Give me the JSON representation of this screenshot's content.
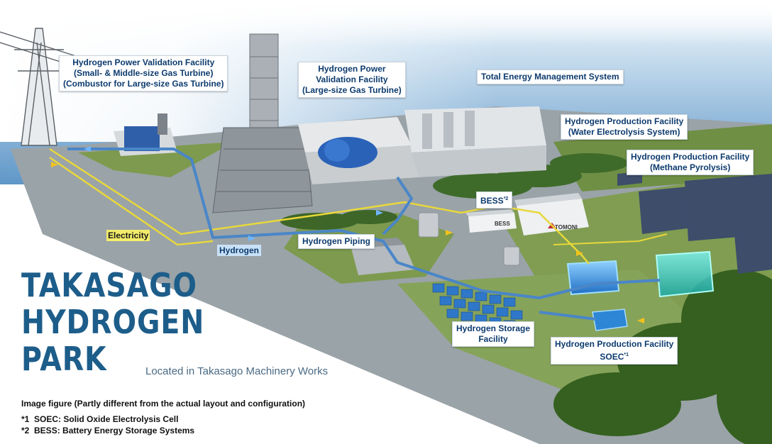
{
  "title": {
    "line1": "TAKASAGO",
    "line2": "HYDROGEN",
    "line3": "PARK"
  },
  "location": "Located in Takasago Machinery Works",
  "notes": {
    "disclaimer": "Image figure (Partly different from the actual layout and configuration)",
    "n1_marker": "*1",
    "n1_text": "SOEC: Solid Oxide Electrolysis Cell",
    "n2_marker": "*2",
    "n2_text": "BESS: Battery Energy Storage Systems"
  },
  "callouts": {
    "small_gt": {
      "line1": "Hydrogen Power Validation Facility",
      "line2": "(Small- & Middle-size Gas Turbine)",
      "line3": "(Combustor for Large-size Gas Turbine)"
    },
    "large_gt": {
      "line1": "Hydrogen Power",
      "line2": "Validation Facility",
      "line3": "(Large-size Gas Turbine)"
    },
    "tems": {
      "line1": "Total Energy Management System"
    },
    "water_electrolysis": {
      "line1": "Hydrogen Production Facility",
      "line2": "(Water Electrolysis System)"
    },
    "methane": {
      "line1": "Hydrogen Production Facility",
      "line2": "(Methane Pyrolysis)"
    },
    "bess": {
      "line1": "BESS",
      "sup": "*2"
    },
    "piping": {
      "line1": "Hydrogen Piping"
    },
    "storage": {
      "line1": "Hydrogen Storage",
      "line2": "Facility"
    },
    "soec": {
      "line1": "Hydrogen Production Facility",
      "line2": "SOEC",
      "sup": "*1"
    }
  },
  "line_labels": {
    "electricity": "Electricity",
    "hydrogen": "Hydrogen"
  },
  "building_signs": {
    "bess": "BESS",
    "tomoni": "TOMONI"
  },
  "colors": {
    "title": "#1d5d8a",
    "callout_text": "#0d3b6e",
    "electricity_line": "#e8d83a",
    "hydrogen_pipe": "#4a86c8",
    "sea": "#7fb2d8",
    "grass": "#7d9a4e",
    "ground": "#b7bcc0",
    "trees": "#3f6b2a",
    "electrolyzer_glow": "#33d6d0"
  }
}
